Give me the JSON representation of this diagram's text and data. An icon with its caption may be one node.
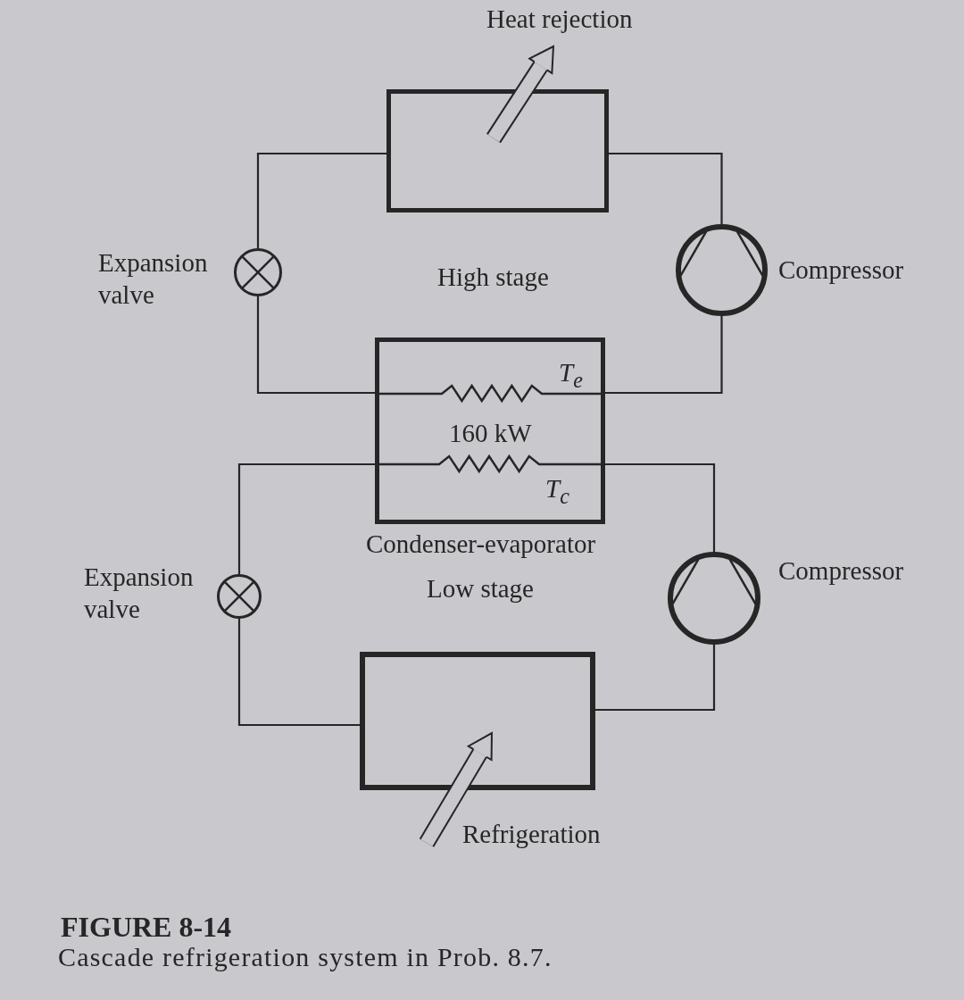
{
  "diagram": {
    "title": "FIGURE 8-14",
    "caption": "Cascade refrigeration system in Prob. 8.7.",
    "nodes": [
      {
        "text": [
          "Heat rejection"
        ]
      },
      {
        "text": [],
        "shape": "box"
      },
      {
        "text": [],
        "shape": "circle",
        "beside": [
          "Expansion valve"
        ]
      },
      {
        "text": [],
        "shape": "circle",
        "beside": [
          "Compressor"
        ]
      },
      {
        "text": [
          "T$_{e}$",
          "160 kW",
          "T$_{c}$"
        ],
        "beside": [
          "Condenser-evaporator"
        ]
      },
      {
        "text": [],
        "shape": "circle",
        "beside": [
          "Expansion valve"
        ]
      },
      {
        "text": [],
        "shape": "circle",
        "beside": [
          "Compressor"
        ]
      },
      {
        "text": [],
        "shape": "box"
      }
    ],
    "edges": [
      {
        "from": 1,
        "to": 0,
        "arrow": "to",
        "style": "thick"
      },
      {
        "from": 1,
        "to": 3,
        "arrow": "none"
      },
      {
        "from": 3,
        "to": 4,
        "arrow": "none"
      },
      {
        "from": 4,
        "to": 2,
        "arrow": "none"
      },
      {
        "from": 2,
        "to": 1,
        "arrow": "none"
      },
      {
        "from": 4,
        "to": 6,
        "arrow": "none"
      },
      {
        "from": 6,
        "to": 7,
        "arrow": "none"
      },
      {
        "from": 7,
        "to": 5,
        "arrow": "none"
      },
      {
        "from": 5,
        "to": 4,
        "arrow": "none"
      },
      {
        "from": null,
        "to": 7,
        "arrow": "to",
        "style": "thick",
        "label": "Refrigeration"
      }
    ],
    "labels": [
      "High stage",
      "Low stage"
    ]
  }
}
